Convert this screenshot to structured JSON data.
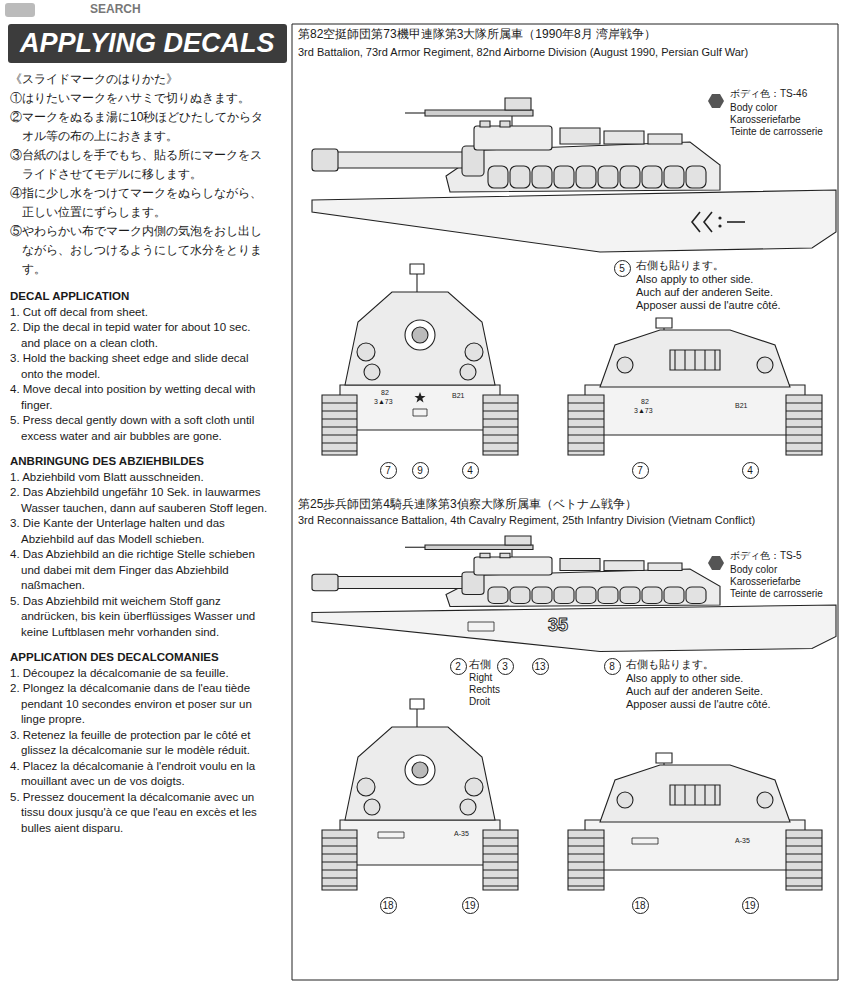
{
  "diagram": {
    "nodes": [
      {
        "text": [
          "APPLYING DECALS"
        ]
      }
    ],
    "labels": [
      "SEARCH",
      "《スライドマークのはりかた》",
      "①はりたいマークをハサミで切りぬきます。",
      "②マークをぬるま湯に10秒ほどひたしてからタオル等の布の上におきます。",
      "③台紙のはしを手でもち、貼る所にマークをスライドさせてモデルに移します。",
      "④指に少し水をつけてマークをぬらしながら、正しい位置にずらします。",
      "⑤やわらかい布でマーク内側の気泡をおし出しながら、おしつけるようにして水分をとります。",
      "DECAL APPLICATION",
      "1. Cut off decal from sheet.",
      "2. Dip the decal in tepid water for about 10 sec. and place on a clean cloth.",
      "3. Hold the backing sheet edge and slide decal onto the model.",
      "4. Move decal into position by wetting decal with finger.",
      "5. Press decal gently down with a soft cloth until excess water and air bubbles are gone.",
      "ANBRINGUNG DES ABZIEHBILDES",
      "1. Abziehbild vom Blatt ausschneiden.",
      "2. Das Abziehbild ungefähr 10 Sek. in lauwarmes Wasser tauchen, dann auf sauberen Stoff legen.",
      "3. Die Kante der Unterlage halten und das Abziehbild auf das Modell schieben.",
      "4. Das Abziehbild an die richtige Stelle schieben und dabei mit dem Finger das Abziehbild naßmachen.",
      "5. Das Abziehbild mit weichem Stoff ganz andrücken, bis kein überflüssiges Wasser und keine Luftblasen mehr vorhanden sind.",
      "APPLICATION DES DECALCOMANIES",
      "1. Découpez la décalcomanie de sa feuille.",
      "2. Plongez la décalcomanie dans de l'eau tiède pendant 10 secondes environ et poser sur un linge propre.",
      "3. Retenez la feuille de protection par le côté et glissez la décalcomanie sur le modèle réduit.",
      "4. Placez la décalcomanie à l'endroit voulu en la mouillant avec un de vos doigts.",
      "5. Pressez doucement la décalcomanie avec un tissu doux jusqu'à ce que l'eau en excès et les bulles aient disparu.",
      "第82空挺師団第73機甲連隊第3大隊所属車（1990年8月 湾岸戦争）",
      "3rd Battalion, 73rd Armor Regiment, 82nd Airborne Division (August 1990, Persian Gulf War)",
      "ボディ色：TS-46",
      "Body color",
      "Karosseriefarbe",
      "Teinte de carrosserie",
      "5",
      "右側も貼ります。",
      "Also apply to other side.",
      "Auch auf der anderen Seite.",
      "Apposer aussi de l'autre côté.",
      "82",
      "3▲73",
      "B21",
      "82",
      "3▲73",
      "B21",
      "7",
      "9",
      "4",
      "7",
      "4",
      "第25歩兵師団第4騎兵連隊第3偵察大隊所属車（ベトナム戦争）",
      "3rd Reconnaissance Battalion, 4th Cavalry Regiment, 25th Infantry Division (Vietnam Conflict)",
      "ボディ色：TS-5",
      "Body color",
      "Karosseriefarbe",
      "Teinte de carrosserie",
      "35",
      "2",
      "右側",
      "3",
      "Right",
      "Rechts",
      "Droit",
      "13",
      "8",
      "右側も貼ります。",
      "Also apply to other side.",
      "Auch auf der anderen Seite.",
      "Apposer aussi de l'autre côté.",
      "A-35",
      "A-35",
      "18",
      "19",
      "18",
      "19"
    ]
  }
}
